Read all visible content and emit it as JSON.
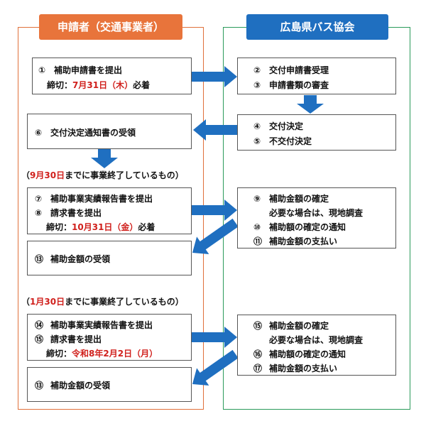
{
  "headers": {
    "left": "申請者（交通事業者）",
    "right": "広島県バス協会"
  },
  "colors": {
    "left_accent": "#e8743b",
    "right_accent": "#1f6fc0",
    "right_border": "#2a9a5a",
    "arrow": "#1f6fc0",
    "deadline_red": "#d0201c"
  },
  "step1": {
    "num": "①",
    "text": "補助申請書を提出",
    "deadline_prefix": "締切：",
    "deadline": "7月31日（木）",
    "deadline_suffix": "必着"
  },
  "step2_3": {
    "n2": "②",
    "t2": "交付申請書受理",
    "n3": "③",
    "t3": "申請書類の審査"
  },
  "step4_5": {
    "n4": "④",
    "t4": "交付決定",
    "n5": "⑤",
    "t5": "不交付決定"
  },
  "step6": {
    "num": "⑥",
    "text": "交付決定通知書の受領"
  },
  "note1": {
    "open": "（",
    "date": "9月30日",
    "rest": "までに事業終了しているもの）"
  },
  "step7_8": {
    "n7": "⑦",
    "t7": "補助事業実績報告書を提出",
    "n8": "⑧",
    "t8": "請求書を提出",
    "deadline_prefix": "締切：",
    "deadline": "10月31日（金）",
    "deadline_suffix": "必着"
  },
  "step9_11": {
    "n9": "⑨",
    "t9": "補助金額の確定",
    "t9b": "必要な場合は、現地調査",
    "n10": "⑩",
    "t10": "補助額の確定の通知",
    "n11": "⑪",
    "t11": "補助金額の支払い"
  },
  "step13a": {
    "num": "⑬",
    "text": "補助金額の受領"
  },
  "note2": {
    "open": "（",
    "date": "1月30日",
    "rest": "までに事業終了しているもの）"
  },
  "step14_15": {
    "n14": "⑭",
    "t14": "補助事業実績報告書を提出",
    "n15": "⑮",
    "t15": "請求書を提出",
    "deadline_prefix": "締切：",
    "deadline": "令和8年2月2日（月）"
  },
  "step15_17": {
    "n15": "⑮",
    "t15": "補助金額の確定",
    "t15b": "必要な場合は、現地調査",
    "n16": "⑯",
    "t16": "補助額の確定の通知",
    "n17": "⑰",
    "t17": "補助金額の支払い"
  },
  "step13b": {
    "num": "⑬",
    "text": "補助金額の受領"
  }
}
